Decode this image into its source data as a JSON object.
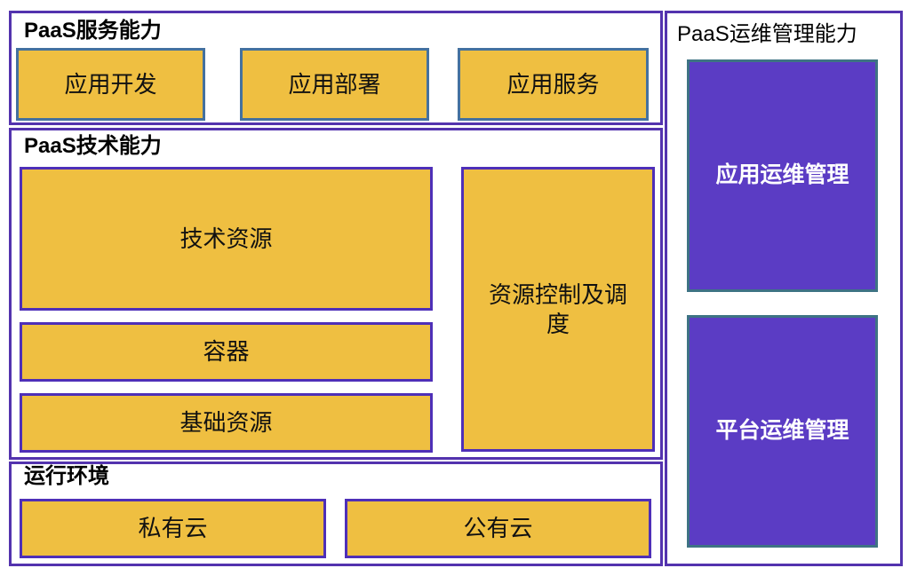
{
  "colors": {
    "orange-fill": "#EFBF41",
    "blue-border": "#44719F",
    "purple-border": "#4E2FB8",
    "section-border": "#5333AE",
    "purple-fill": "#5B3CC4",
    "teal-border": "#3E7384"
  },
  "sections": {
    "service": {
      "title": "PaaS服务能力",
      "boxes": [
        "应用开发",
        "应用部署",
        "应用服务"
      ]
    },
    "tech": {
      "title": "PaaS技术能力",
      "stack": [
        "技术资源",
        "容器",
        "基础资源"
      ],
      "side": "资源控制及调度"
    },
    "runtime": {
      "title": "运行环境",
      "boxes": [
        "私有云",
        "公有云"
      ]
    },
    "ops": {
      "title": "PaaS运维管理能力",
      "boxes": [
        "应用运维管理",
        "平台运维管理"
      ]
    }
  }
}
